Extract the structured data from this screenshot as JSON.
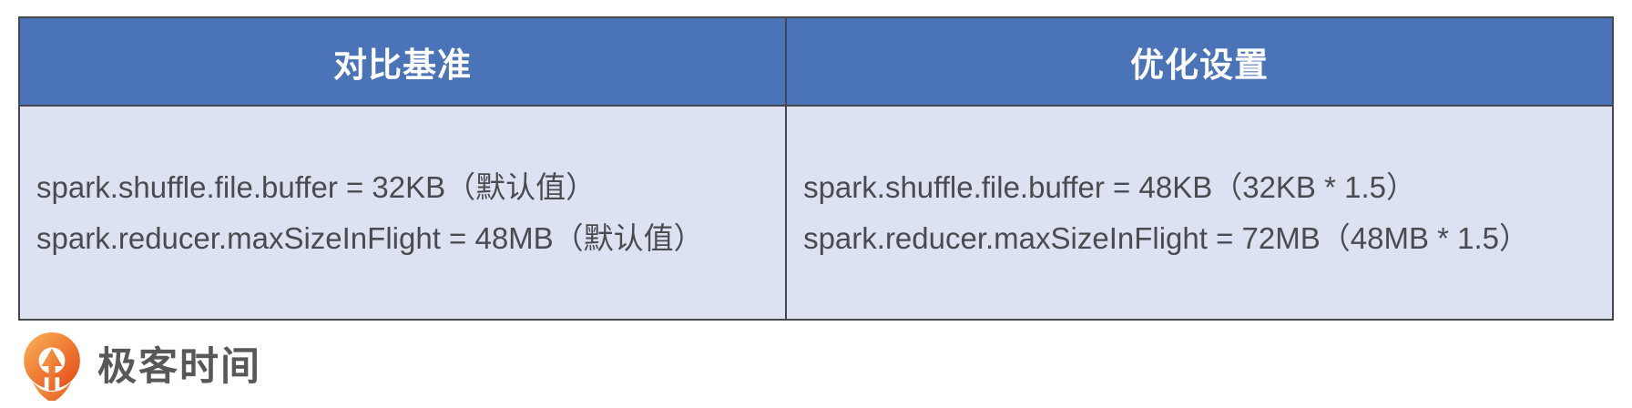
{
  "colors": {
    "header_bg": "#4a73b8",
    "header_text": "#ffffff",
    "body_bg": "#dce2f1",
    "border": "#45474c",
    "cell_text": "#4a4b4f",
    "logo_text_color": "#58585b",
    "logo_orange_light": "#f7a54e",
    "logo_orange_dark": "#e8551c"
  },
  "table": {
    "columns": [
      {
        "header": "对比基准",
        "lines": [
          "spark.shuffle.file.buffer = 32KB（默认值）",
          "spark.reducer.maxSizeInFlight = 48MB（默认值）"
        ]
      },
      {
        "header": "优化设置",
        "lines": [
          "spark.shuffle.file.buffer = 48KB（32KB * 1.5）",
          "spark.reducer.maxSizeInFlight = 72MB（48MB * 1.5）"
        ]
      }
    ]
  },
  "branding": {
    "logo_text": "极客时间",
    "logo_icon": "geektime-pin-icon"
  }
}
